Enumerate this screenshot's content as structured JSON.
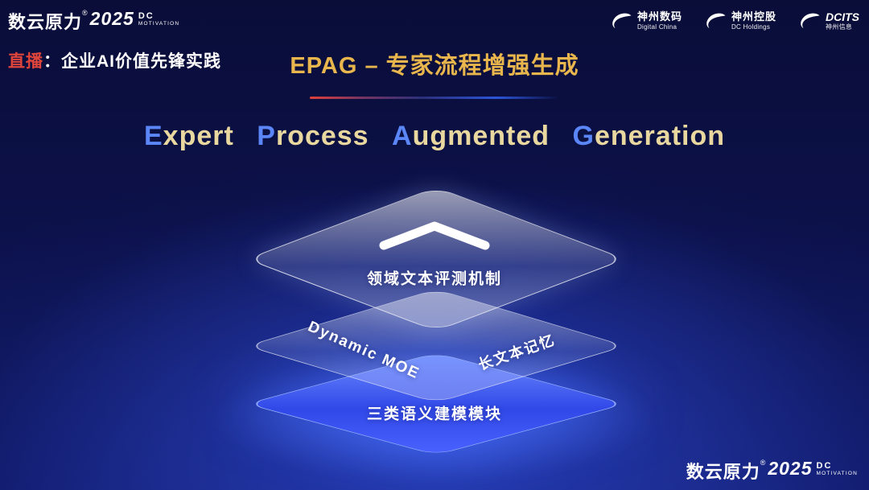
{
  "brand": {
    "cn": "数云原力",
    "reg": "®",
    "year": "2025",
    "dc": "DC",
    "motivation": "MOTIVATION"
  },
  "header": {
    "live_prefix": "直播",
    "live_rest": "：企业AI价值先锋实践",
    "slide_title": "EPAG – 专家流程增强生成"
  },
  "partners": [
    {
      "top": "神州数码",
      "bottom": "Digital China"
    },
    {
      "top": "神州控股",
      "bottom": "DC Holdings"
    },
    {
      "top": "DCITS",
      "bottom": "神州信息"
    }
  ],
  "main_title": {
    "words": [
      {
        "initial": "E",
        "rest": "xpert"
      },
      {
        "initial": "P",
        "rest": "rocess"
      },
      {
        "initial": "A",
        "rest": "ugmented"
      },
      {
        "initial": "G",
        "rest": "eneration"
      }
    ]
  },
  "diagram": {
    "top_label": "领域文本评测机制",
    "middle_left_label": "Dynamic MOE",
    "middle_right_label": "长文本记忆",
    "bottom_label": "三类语义建模模块",
    "top_icon": "chevron-up"
  },
  "colors": {
    "accent_gold": "#e8b64c",
    "accent_red": "#e0453c",
    "title_initial_blue": "#5b86f7",
    "title_rest_gold": "#e9d7a0",
    "layer_blue": "#3148e8",
    "background_navy": "#0c1149"
  }
}
